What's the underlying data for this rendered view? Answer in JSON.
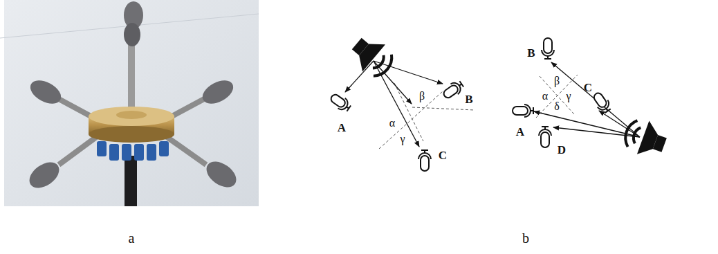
{
  "diagram": {
    "labels": [
      "A",
      "B",
      "α",
      "β",
      "γ",
      "C",
      "B",
      "β",
      "C",
      "α",
      "γ",
      "A",
      "δ",
      "D",
      "a",
      "b"
    ]
  }
}
